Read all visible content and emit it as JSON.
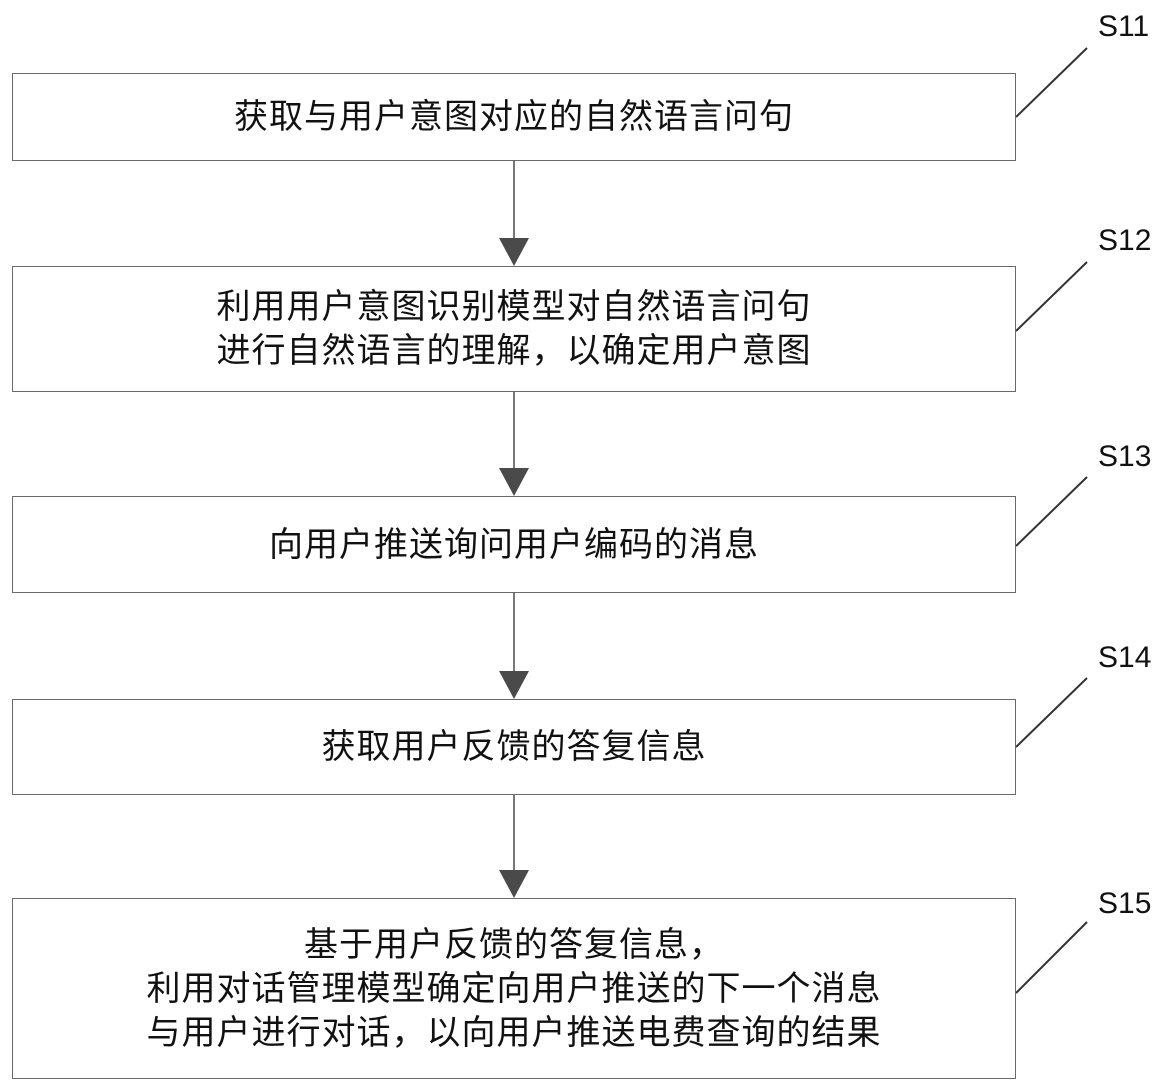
{
  "steps": [
    {
      "id": "S11",
      "lines": [
        "获取与用户意图对应的自然语言问句"
      ]
    },
    {
      "id": "S12",
      "lines": [
        "利用用户意图识别模型对自然语言问句",
        "进行自然语言的理解，以确定用户意图"
      ]
    },
    {
      "id": "S13",
      "lines": [
        "向用户推送询问用户编码的消息"
      ]
    },
    {
      "id": "S14",
      "lines": [
        "获取用户反馈的答复信息"
      ]
    },
    {
      "id": "S15",
      "lines": [
        "基于用户反馈的答复信息，",
        "利用对话管理模型确定向用户推送的下一个消息",
        "与用户进行对话，以向用户推送电费查询的结果"
      ]
    }
  ],
  "colors": {
    "box_border": "#6a6a6a",
    "arrow": "#4a4a4a",
    "leader": "#333333",
    "text": "#111111"
  }
}
